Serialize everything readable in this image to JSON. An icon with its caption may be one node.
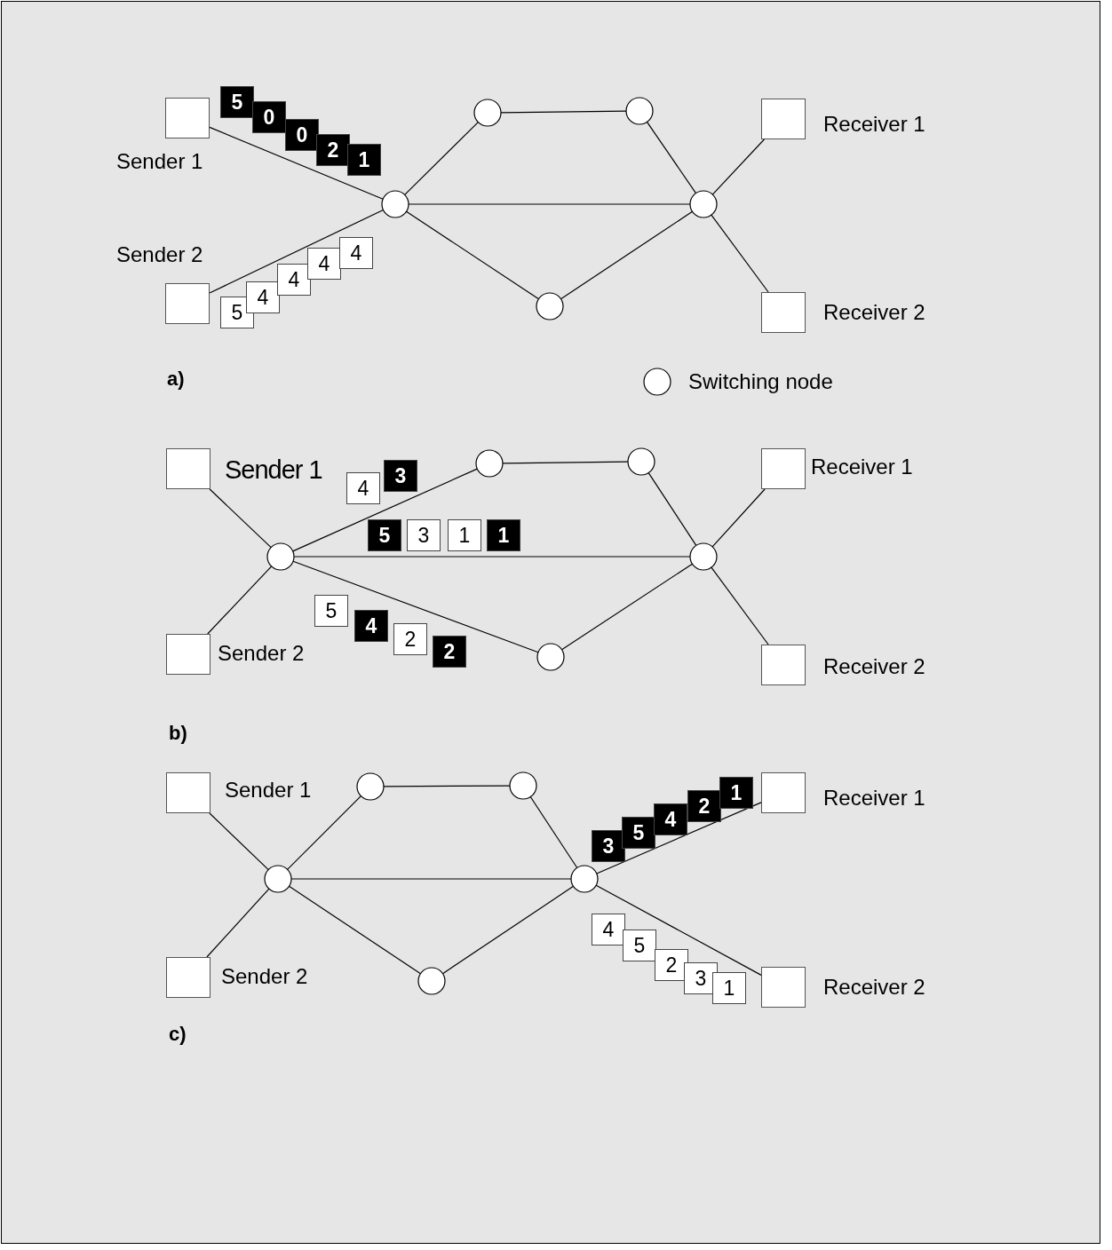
{
  "diagram": {
    "nodes": [
      {
        "text": [],
        "shape": "box",
        "beside": [
          "Sender 1"
        ]
      },
      {
        "text": [],
        "shape": "box",
        "beside": [
          "Receiver 1"
        ]
      },
      {
        "text": [],
        "shape": "box",
        "beside": [
          "Sender 2"
        ]
      },
      {
        "text": [],
        "shape": "box",
        "beside": [
          "Receiver 2"
        ]
      },
      {
        "text": [],
        "shape": "circle"
      },
      {
        "text": [],
        "shape": "circle"
      },
      {
        "text": [],
        "shape": "circle"
      },
      {
        "text": [],
        "shape": "circle"
      },
      {
        "text": [],
        "shape": "circle"
      },
      {
        "text": [
          "5"
        ]
      },
      {
        "text": [
          "0"
        ]
      },
      {
        "text": [
          "0"
        ]
      },
      {
        "text": [
          "2"
        ]
      },
      {
        "text": [
          "1"
        ]
      },
      {
        "text": [
          "5"
        ]
      },
      {
        "text": [
          "4"
        ]
      },
      {
        "text": [
          "4"
        ]
      },
      {
        "text": [
          "4"
        ]
      },
      {
        "text": [
          "4"
        ]
      },
      {
        "text": [],
        "shape": "box",
        "beside": [
          "Sender 1"
        ]
      },
      {
        "text": [],
        "shape": "box",
        "beside": [
          "Receiver 1"
        ]
      },
      {
        "text": [],
        "shape": "box",
        "beside": [
          "Sender 2"
        ]
      },
      {
        "text": [],
        "shape": "box",
        "beside": [
          "Receiver 2"
        ]
      },
      {
        "text": [],
        "shape": "circle"
      },
      {
        "text": [],
        "shape": "circle"
      },
      {
        "text": [],
        "shape": "circle"
      },
      {
        "text": [],
        "shape": "circle"
      },
      {
        "text": [],
        "shape": "circle"
      },
      {
        "text": [
          "4"
        ]
      },
      {
        "text": [
          "3"
        ]
      },
      {
        "text": [
          "5"
        ]
      },
      {
        "text": [
          "3"
        ]
      },
      {
        "text": [
          "1"
        ]
      },
      {
        "text": [
          "1"
        ]
      },
      {
        "text": [
          "5"
        ]
      },
      {
        "text": [
          "4"
        ]
      },
      {
        "text": [
          "2"
        ]
      },
      {
        "text": [
          "2"
        ]
      },
      {
        "text": [],
        "shape": "box",
        "beside": [
          "Sender 1"
        ]
      },
      {
        "text": [],
        "shape": "box",
        "beside": [
          "Receiver 1"
        ]
      },
      {
        "text": [],
        "shape": "box",
        "beside": [
          "Sender 2"
        ]
      },
      {
        "text": [],
        "shape": "box",
        "beside": [
          "Receiver 2"
        ]
      },
      {
        "text": [],
        "shape": "circle"
      },
      {
        "text": [],
        "shape": "circle"
      },
      {
        "text": [],
        "shape": "circle"
      },
      {
        "text": [],
        "shape": "circle"
      },
      {
        "text": [],
        "shape": "circle"
      },
      {
        "text": [
          "3"
        ]
      },
      {
        "text": [
          "5"
        ]
      },
      {
        "text": [
          "4"
        ]
      },
      {
        "text": [
          "2"
        ]
      },
      {
        "text": [
          "1"
        ]
      },
      {
        "text": [
          "4"
        ]
      },
      {
        "text": [
          "5"
        ]
      },
      {
        "text": [
          "2"
        ]
      },
      {
        "text": [
          "3"
        ]
      },
      {
        "text": [
          "1"
        ]
      }
    ],
    "edges": [
      {
        "from": 0,
        "to": 4,
        "arrow": "none"
      },
      {
        "from": 2,
        "to": 4,
        "arrow": "none"
      },
      {
        "from": 4,
        "to": 5,
        "arrow": "none"
      },
      {
        "from": 5,
        "to": 6,
        "arrow": "none"
      },
      {
        "from": 6,
        "to": 7,
        "arrow": "none"
      },
      {
        "from": 4,
        "to": 7,
        "arrow": "none"
      },
      {
        "from": 4,
        "to": 8,
        "arrow": "none"
      },
      {
        "from": 8,
        "to": 7,
        "arrow": "none"
      },
      {
        "from": 7,
        "to": 1,
        "arrow": "none"
      },
      {
        "from": 7,
        "to": 3,
        "arrow": "none"
      },
      {
        "from": 19,
        "to": 23,
        "arrow": "none"
      },
      {
        "from": 21,
        "to": 23,
        "arrow": "none"
      },
      {
        "from": 23,
        "to": 24,
        "arrow": "none"
      },
      {
        "from": 24,
        "to": 25,
        "arrow": "none"
      },
      {
        "from": 25,
        "to": 26,
        "arrow": "none"
      },
      {
        "from": 23,
        "to": 26,
        "arrow": "none"
      },
      {
        "from": 23,
        "to": 27,
        "arrow": "none"
      },
      {
        "from": 27,
        "to": 26,
        "arrow": "none"
      },
      {
        "from": 26,
        "to": 20,
        "arrow": "none"
      },
      {
        "from": 26,
        "to": 22,
        "arrow": "none"
      },
      {
        "from": 38,
        "to": 42,
        "arrow": "none"
      },
      {
        "from": 40,
        "to": 42,
        "arrow": "none"
      },
      {
        "from": 42,
        "to": 43,
        "arrow": "none"
      },
      {
        "from": 43,
        "to": 44,
        "arrow": "none"
      },
      {
        "from": 44,
        "to": 45,
        "arrow": "none"
      },
      {
        "from": 42,
        "to": 45,
        "arrow": "none"
      },
      {
        "from": 42,
        "to": 46,
        "arrow": "none"
      },
      {
        "from": 46,
        "to": 45,
        "arrow": "none"
      },
      {
        "from": 45,
        "to": 39,
        "arrow": "none"
      },
      {
        "from": 45,
        "to": 41,
        "arrow": "none"
      }
    ],
    "labels": [
      "a)",
      "b)",
      "c)"
    ],
    "legend": [
      {
        "text": "Switching node"
      }
    ]
  }
}
